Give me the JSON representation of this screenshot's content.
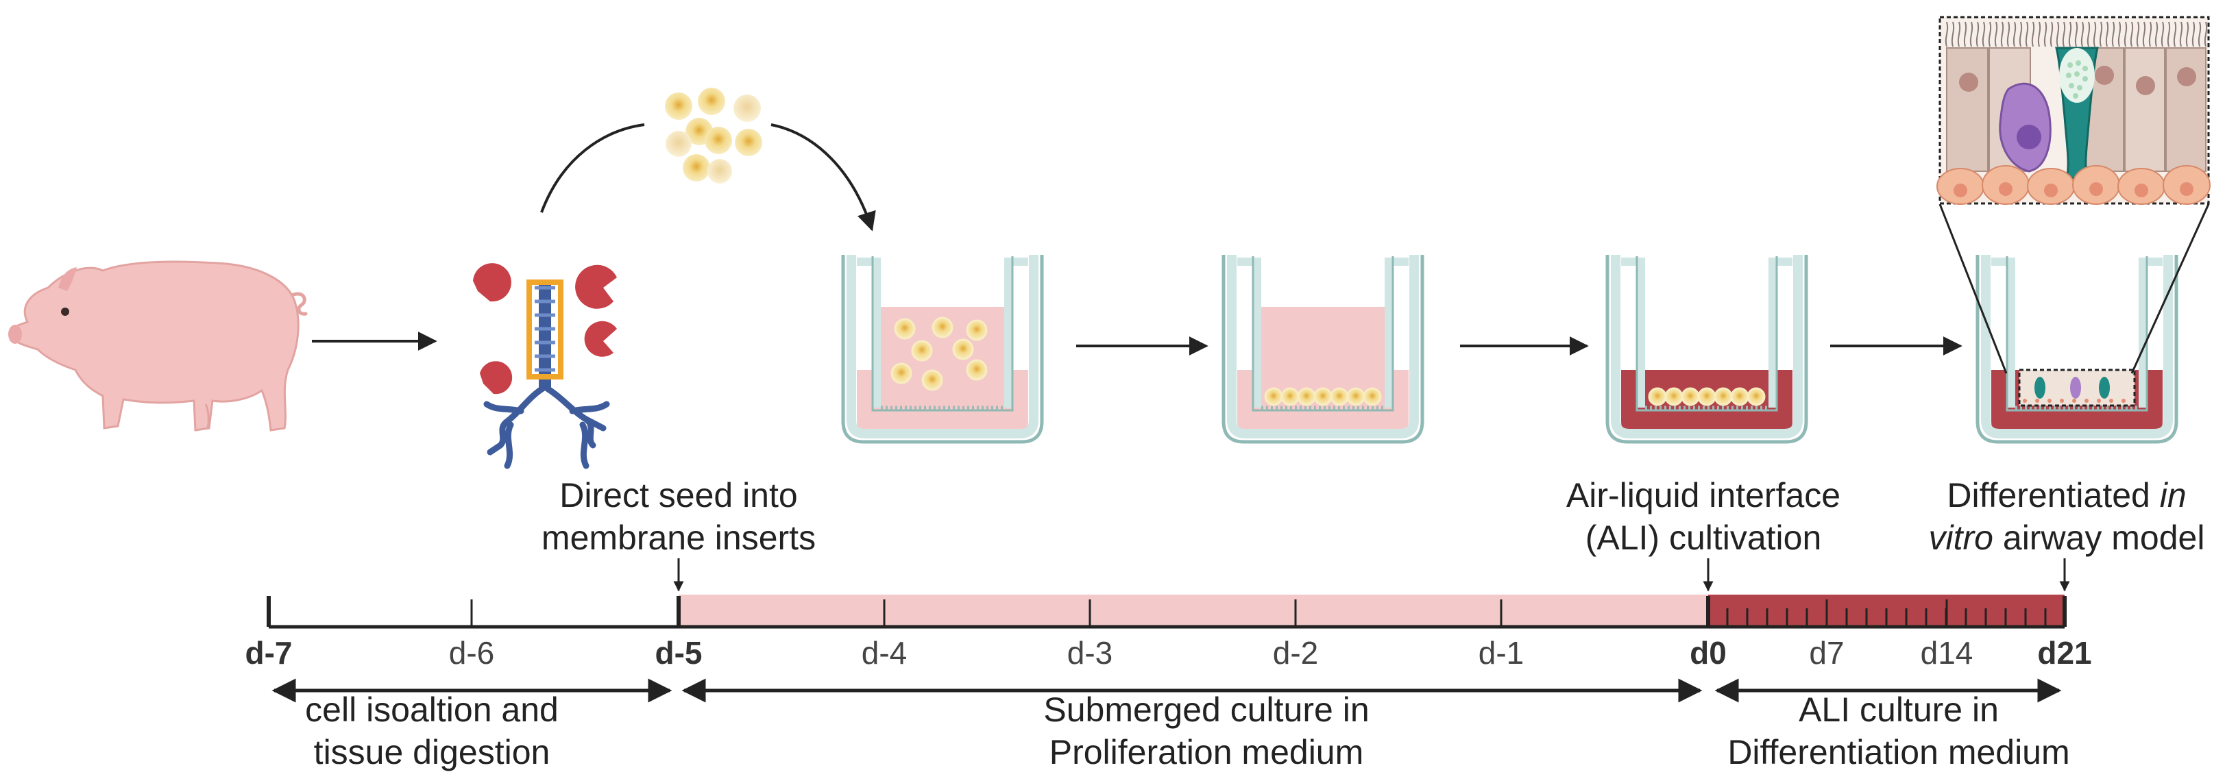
{
  "diagram": {
    "step_labels": {
      "seed": {
        "line1": "Direct seed into",
        "line2": "membrane inserts"
      },
      "ali": {
        "line1": "Air-liquid interface",
        "line2": "(ALI) cultivation"
      },
      "model": {
        "line1_pre": "Differentiated ",
        "line1_italic": "in",
        "line2_italic": "vitro",
        "line2_post": " airway model"
      }
    },
    "timeline_ticks": [
      {
        "label": "d-7",
        "bold": true
      },
      {
        "label": "d-6",
        "bold": false
      },
      {
        "label": "d-5",
        "bold": true
      },
      {
        "label": "d-4",
        "bold": false
      },
      {
        "label": "d-3",
        "bold": false
      },
      {
        "label": "d-2",
        "bold": false
      },
      {
        "label": "d-1",
        "bold": false
      },
      {
        "label": "d0",
        "bold": true
      },
      {
        "label": "d7",
        "bold": false
      },
      {
        "label": "d14",
        "bold": false
      },
      {
        "label": "d21",
        "bold": true
      }
    ],
    "phases": [
      {
        "line1": "cell isoaltion and",
        "line2": "tissue digestion"
      },
      {
        "line1": "Submerged culture in",
        "line2": "Proliferation medium"
      },
      {
        "line1": "ALI culture in",
        "line2": "Differentiation medium"
      }
    ],
    "colors": {
      "proliferation_medium": "#f4c9c9",
      "differentiation_medium": "#b3434a",
      "insert_wall": "#cfe6e4",
      "insert_outline": "#8fb9b5",
      "cell": "#f6e7a8",
      "cell_dark": "#e8b64a",
      "pig": "#f3c2c0",
      "enzyme": "#c94148",
      "highlight_box": "#f0a62a",
      "airway": "#3e5c9c"
    },
    "icons": [
      "pig-icon",
      "airway-icon",
      "enzyme-icon",
      "cell-cluster-icon",
      "membrane-insert-icon",
      "epithelium-zoom-icon"
    ]
  }
}
